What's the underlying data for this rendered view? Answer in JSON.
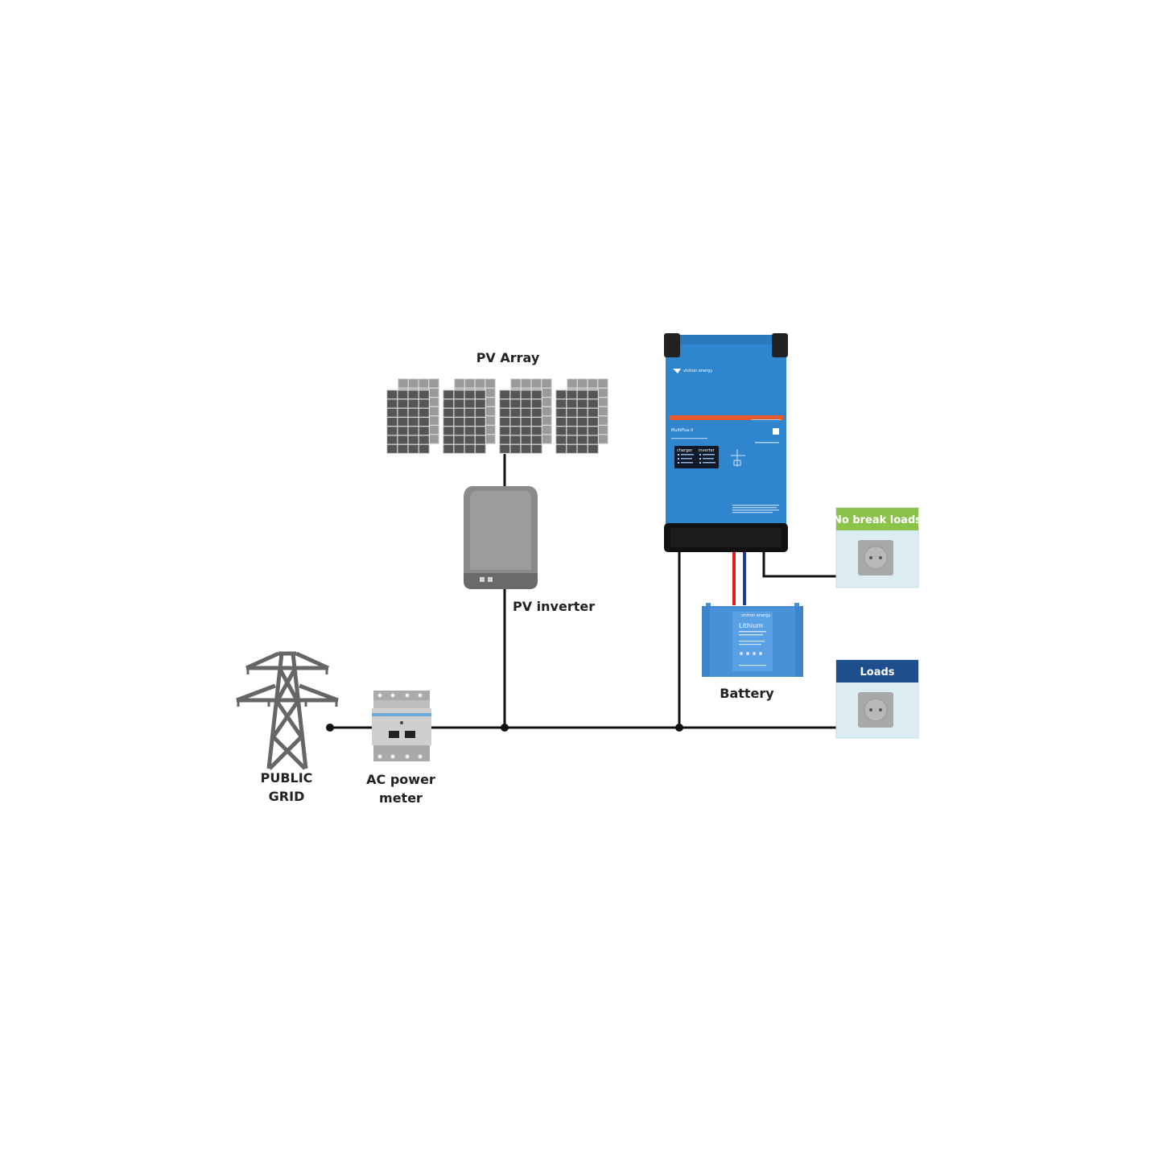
{
  "labels": {
    "pv_array": "PV Array",
    "pv_inverter": "PV inverter",
    "battery": "Battery",
    "public_grid_line1": "PUBLIC",
    "public_grid_line2": "GRID",
    "ac_meter_line1": "AC power",
    "ac_meter_line2": "meter",
    "no_break_loads": "No break loads",
    "loads": "Loads"
  },
  "multiplus": {
    "brand": "victron energy",
    "model": "MultiPlus-II",
    "charger_label": "charger",
    "inverter_label": "inverter"
  },
  "battery_unit": {
    "brand": "victron energy",
    "model": "Lithium"
  },
  "colors": {
    "wire": "#111111",
    "multiplus_blue": "#2f86cf",
    "multiplus_dark": "#111111",
    "stripe_orange": "#e8592b",
    "battery_blue": "#4a90d9",
    "pv_cell": "#555555",
    "inverter_grey": "#8a8a8a",
    "no_break_header": "#8bc34a",
    "loads_header": "#1f4e8c",
    "load_box_bg": "#dcecf3",
    "dc_positive": "#e02020",
    "dc_negative": "#1f3fa0",
    "tower": "#666666"
  },
  "icons": [
    "transmission-tower-icon",
    "socket-icon",
    "solar-panel-icon"
  ]
}
